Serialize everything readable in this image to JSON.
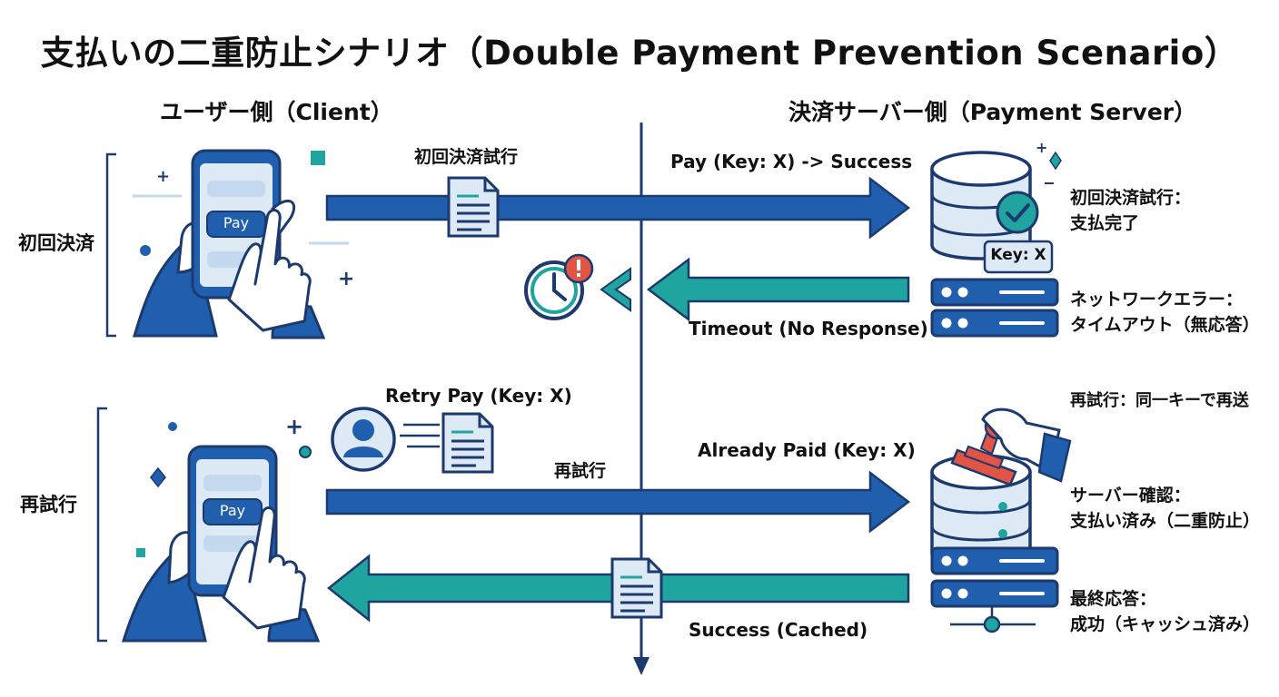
{
  "title": "支払いの二重防止シナリオ（Double Payment Prevention Scenario）",
  "columns": {
    "client": "ユーザー側（Client）",
    "server": "決済サーバー側（Payment Server）"
  },
  "rows": {
    "first": "初回決済",
    "retry": "再試行"
  },
  "phone_button": "Pay",
  "messages": {
    "first_attempt": "初回決済試行",
    "pay_success": "Pay (Key: X) -> Success",
    "timeout": "Timeout (No Response)",
    "retry_pay": "Retry Pay (Key: X)",
    "retry": "再試行",
    "already_paid": "Already Paid (Key: X)",
    "success_cached": "Success (Cached)"
  },
  "server_key": "Key: X",
  "notes": {
    "first_title": "初回決済試行：",
    "first_body": "支払完了",
    "network_title": "ネットワークエラー：",
    "network_body": "タイムアウト（無応答）",
    "resend": "再試行：同一キーで再送",
    "check_title": "サーバー確認：",
    "check_body": "支払い済み（二重防止）",
    "final_title": "最終応答：",
    "final_body": "成功（キャッシュ済み）"
  },
  "icons": [
    "smartphone-icon",
    "hand-pointer-icon",
    "document-icon",
    "clock-alert-icon",
    "user-avatar-icon",
    "database-server-icon",
    "check-badge-icon",
    "rack-server-icon",
    "stamp-icon"
  ],
  "colors": {
    "navy": "#1d3a6e",
    "blue": "#1f5fae",
    "teal": "#20a4a0",
    "light": "#dde9f5",
    "alert": "#e25545"
  }
}
